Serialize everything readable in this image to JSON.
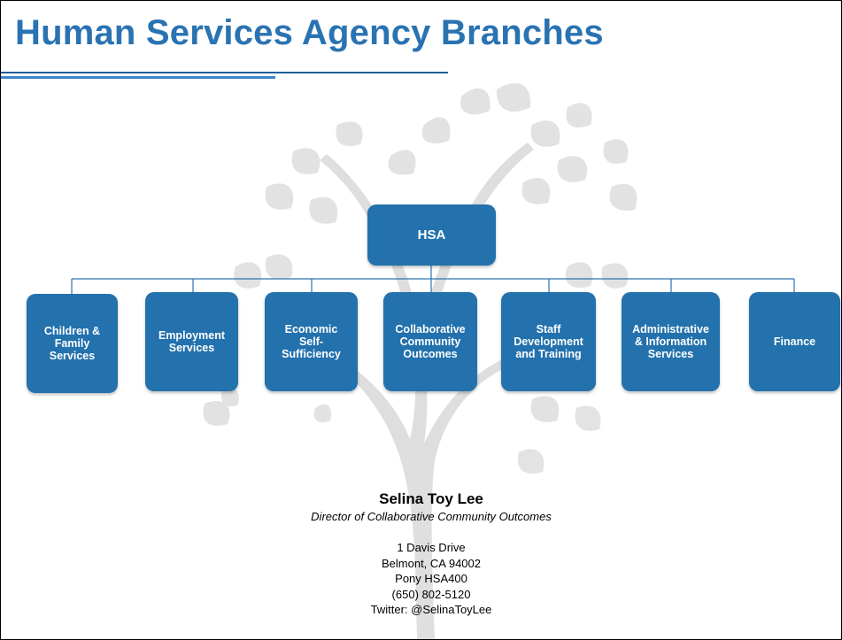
{
  "title": "Human Services Agency Branches",
  "colors": {
    "title": "#2a73b2",
    "box_fill": "#2371ad",
    "connector": "#2a73b2",
    "tree": "#c4c4c4"
  },
  "org_chart": {
    "root": {
      "label": "HSA"
    },
    "branches": [
      {
        "label": "Children &\nFamily\nServices"
      },
      {
        "label": "Employment\nServices"
      },
      {
        "label": "Economic\nSelf-\nSufficiency"
      },
      {
        "label": "Collaborative\nCommunity\nOutcomes"
      },
      {
        "label": "Staff\nDevelopment\nand Training"
      },
      {
        "label": "Administrative\n& Information\nServices"
      },
      {
        "label": "Finance"
      }
    ]
  },
  "contact": {
    "name": "Selina Toy Lee",
    "role": "Director of Collaborative Community Outcomes",
    "address_lines": [
      "1 Davis Drive",
      "Belmont, CA 94002",
      "Pony HSA400",
      "(650) 802-5120",
      "Twitter: @SelinaToyLee"
    ]
  },
  "decorations": {
    "background_icon": "tree-watermark-icon"
  }
}
